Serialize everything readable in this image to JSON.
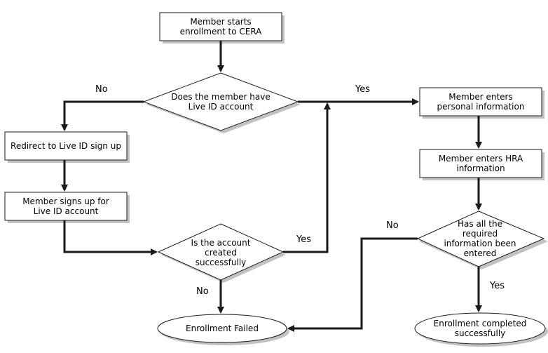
{
  "nodes": {
    "start": "Member starts enrollment to CERA",
    "has_live_id": "Does the member have Live ID account",
    "redirect": "Redirect to Live ID sign up",
    "signs_up": "Member signs up for Live ID account",
    "account_created": "Is the account created successfully",
    "personal_info": "Member enters personal information",
    "hra_info": "Member enters HRA information",
    "all_info_entered": "Has all the required information been entered",
    "failed": "Enrollment Failed",
    "completed": "Enrollment completed successfully"
  },
  "labels": {
    "no_live_id": "No",
    "yes_live_id": "Yes",
    "yes_created": "Yes",
    "no_created": "No",
    "no_info": "No",
    "yes_info": "Yes"
  },
  "colors": {
    "box_fill": "#ffffff",
    "stroke": "#1a1a1a",
    "shadow": "#9a9a9a"
  }
}
